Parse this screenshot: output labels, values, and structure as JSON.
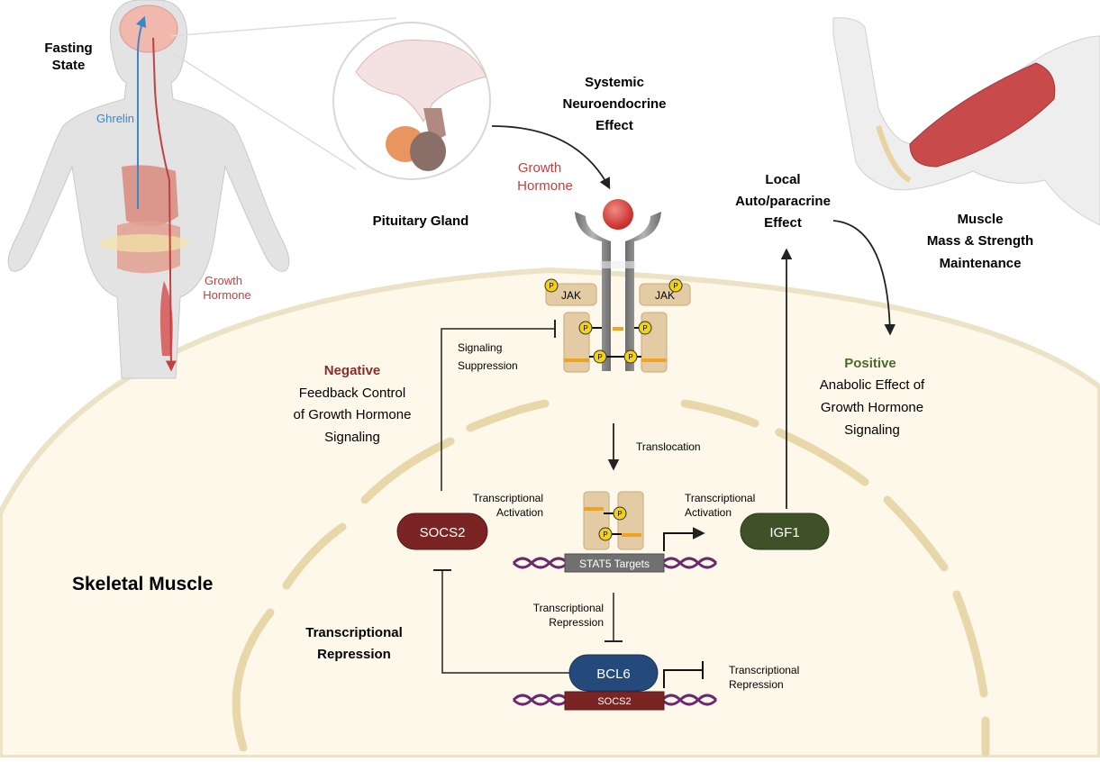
{
  "labels": {
    "fasting_state_1": "Fasting",
    "fasting_state_2": "State",
    "ghrelin": "Ghrelin",
    "gh_body_1": "Growth",
    "gh_body_2": "Hormone",
    "pituitary": "Pituitary Gland",
    "systemic_1": "Systemic",
    "systemic_2": "Neuroendocrine",
    "systemic_3": "Effect",
    "gh_ligand_1": "Growth",
    "gh_ligand_2": "Hormone",
    "local_1": "Local",
    "local_2": "Auto/paracrine",
    "local_3": "Effect",
    "muscle_1": "Muscle",
    "muscle_2": "Mass & Strength",
    "muscle_3": "Maintenance",
    "jak_left": "JAK",
    "jak_right": "JAK",
    "p": "P",
    "sig_supp_1": "Signaling",
    "sig_supp_2": "Suppression",
    "negative": "Negative",
    "neg_1": "Feedback Control",
    "neg_2": "of Growth Hormone",
    "neg_3": "Signaling",
    "positive": "Positive",
    "pos_1": "Anabolic Effect of",
    "pos_2": "Growth Hormone",
    "pos_3": "Signaling",
    "translocation": "Translocation",
    "ta_left_1": "Transcriptional",
    "ta_left_2": "Activation",
    "ta_right_1": "Transcriptional",
    "ta_right_2": "Activation",
    "socs2": "SOCS2",
    "igf1": "IGF1",
    "stat5_targets": "STAT5 Targets",
    "skeletal_muscle": "Skeletal Muscle",
    "tr_mid_1": "Transcriptional",
    "tr_mid_2": "Repression",
    "tr_big_1": "Transcriptional",
    "tr_big_2": "Repression",
    "bcl6": "BCL6",
    "socs2_gene": "SOCS2",
    "tr_right_1": "Transcriptional",
    "tr_right_2": "Repression"
  },
  "colors": {
    "negative": "#8b2a2a",
    "positive": "#4a6b2a",
    "socs2": "#7a2424",
    "igf1": "#3f5127",
    "bcl6": "#234a7a",
    "ghrelin": "#3b87c9",
    "growth_hormone": "#c0413f",
    "cell": "#fdf8ea",
    "nucleus_wall": "#e8d7a8",
    "dna": "#6b2a6e"
  }
}
